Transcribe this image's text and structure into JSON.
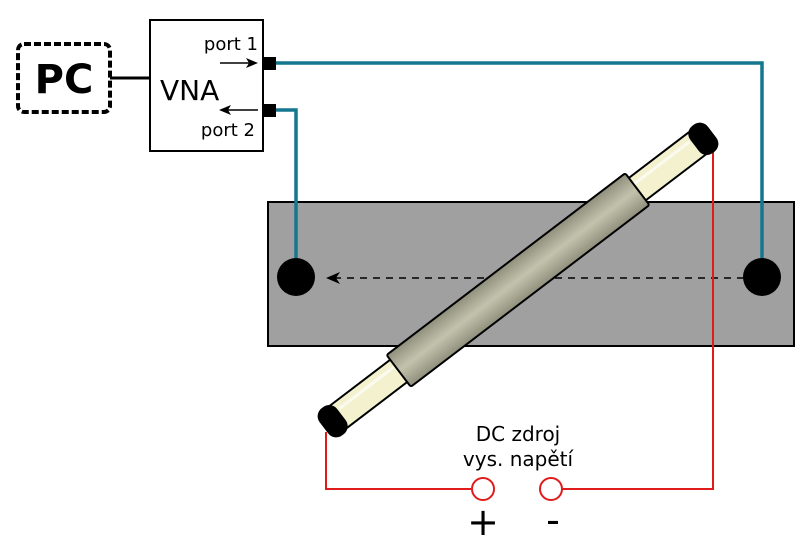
{
  "pc": {
    "label": "PC"
  },
  "vna": {
    "label": "VNA",
    "port1_label": "port 1",
    "port2_label": "port 2"
  },
  "dc_source": {
    "line1": "DC zdroj",
    "line2": "vys. napětí",
    "plus_label": "+",
    "minus_label": "-"
  },
  "colors": {
    "coax_cable": "#15778f",
    "dc_wire": "#e01b1b",
    "waveguide_block": "#a0a0a0",
    "tube_glass": "#f4f1cf",
    "tube_sleeve": "#b3b3a0",
    "outline": "#000000"
  }
}
